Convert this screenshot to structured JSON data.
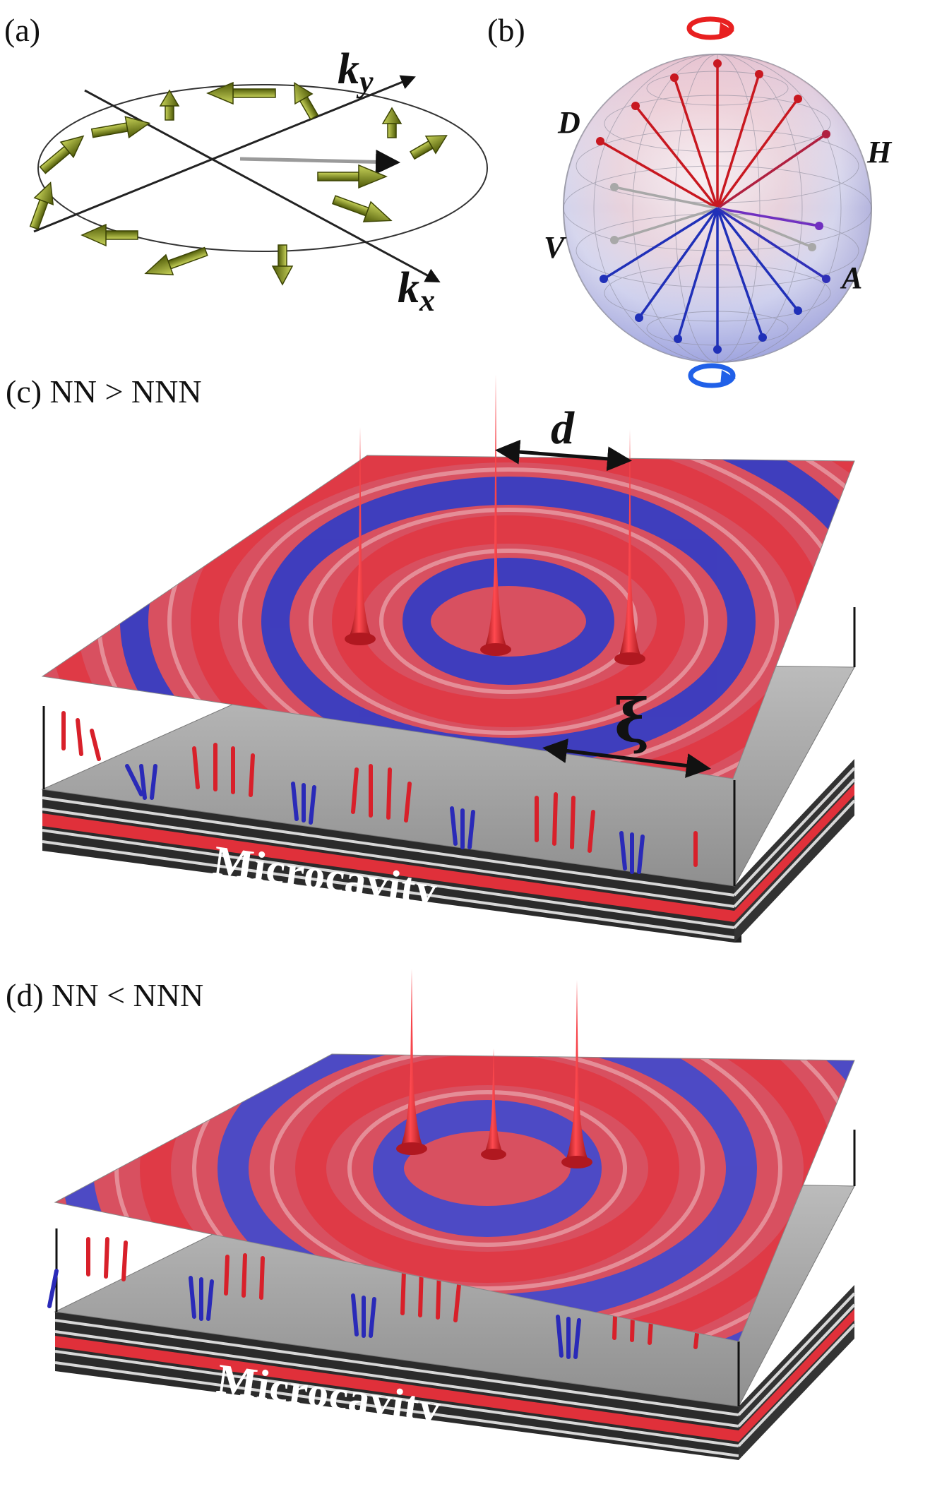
{
  "panels": {
    "a": {
      "label": "(a)",
      "axis_x": "k",
      "axis_x_sub": "x",
      "axis_y": "k",
      "axis_y_sub": "y"
    },
    "b": {
      "label": "(b)",
      "pole_labels": {
        "D": "D",
        "H": "H",
        "V": "V",
        "A": "A"
      }
    },
    "c": {
      "label": "(c) NN > NNN",
      "distance_label": "d",
      "length_label": "ξ",
      "substrate_label": "Microcavity"
    },
    "d": {
      "label": "(d) NN < NNN",
      "substrate_label": "Microcavity"
    }
  },
  "colors": {
    "spin_up": "#d8202a",
    "spin_down": "#2a2ab8",
    "vector_green": "#6e7d12",
    "substrate_gray": "#a8a8a8",
    "cavity_red": "#e0303a",
    "layer_dark": "#2b2b2b"
  }
}
